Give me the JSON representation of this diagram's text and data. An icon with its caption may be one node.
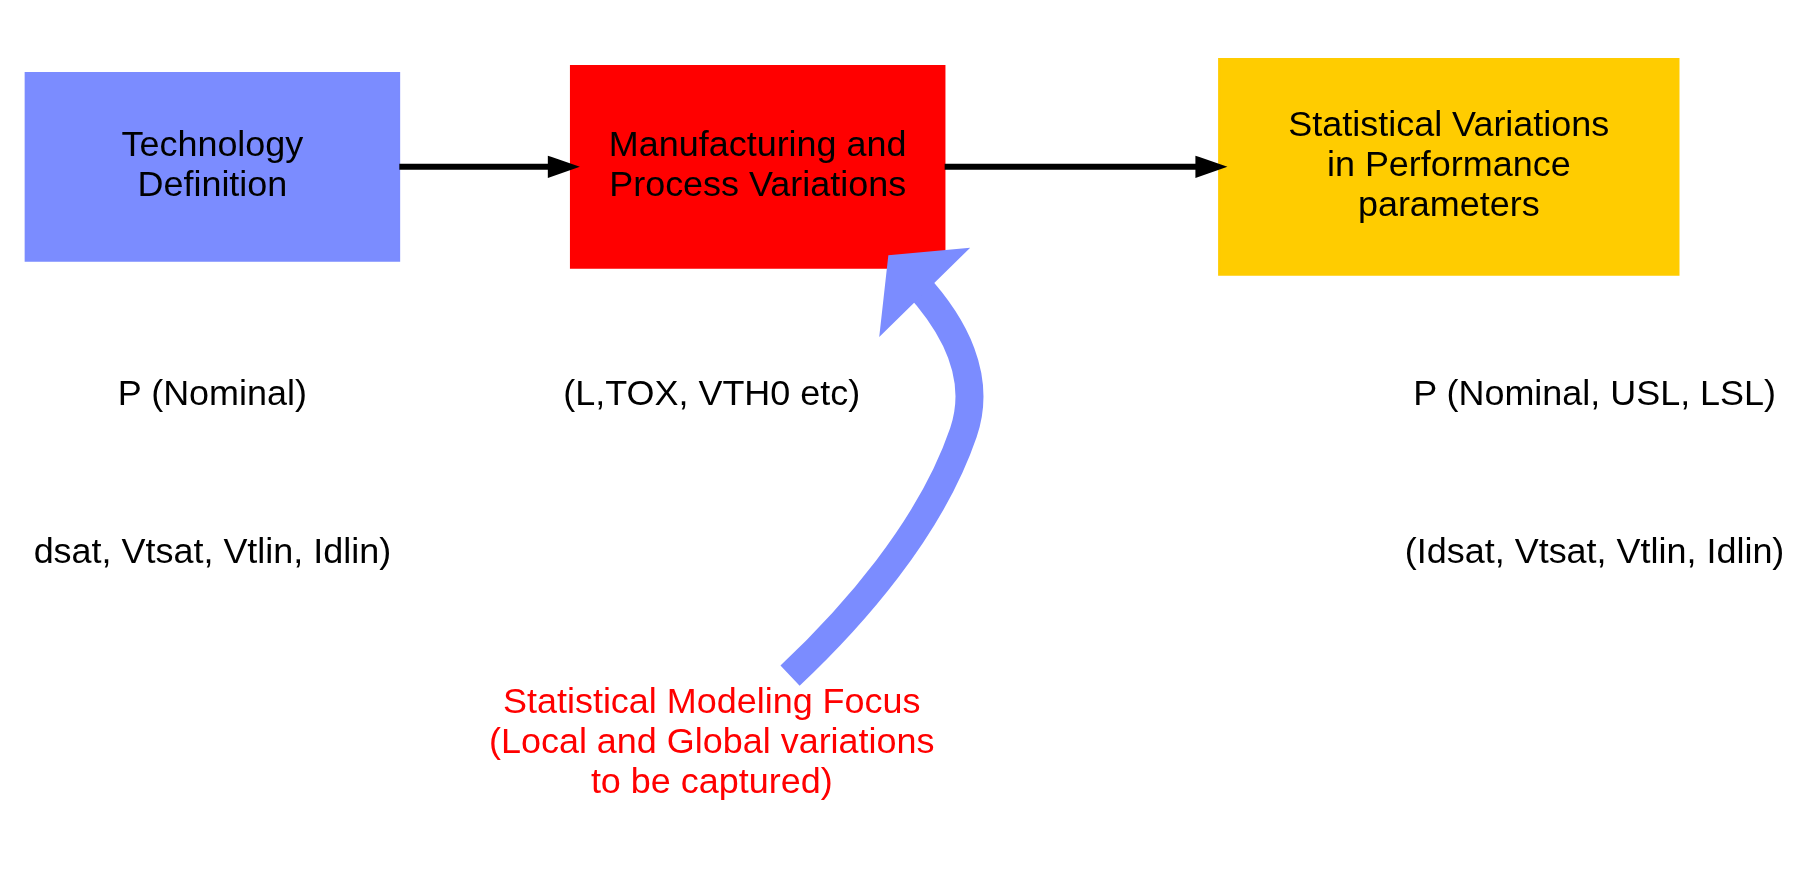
{
  "diagram": {
    "nodes": [
      {
        "text": [
          "Technology Definition"
        ]
      },
      {
        "text": [
          "Manufacturing and Process Variations"
        ],
        "beside": [
          "(L,TOX, VTH0 etc)"
        ]
      },
      {
        "text": [
          "Statistical Variations in Performance parameters"
        ]
      },
      {
        "text": [
          "Statistical Modeling Focus (Local and Global variations to be captured)"
        ]
      }
    ],
    "edges": [
      {
        "from": 0,
        "to": 1,
        "arrow": "to"
      },
      {
        "from": 1,
        "to": 2,
        "arrow": "to"
      },
      {
        "from": 3,
        "to": 1,
        "arrow": "to",
        "style": "thick",
        "color": "#7b8cff"
      }
    ],
    "labels": [
      "P (Nominal)",
      "dsat, Vtsat, Vtlin, Idlin)",
      "P (Nominal, USL, LSL)",
      "(Idsat, Vtsat, Vtlin, Idlin)"
    ]
  }
}
